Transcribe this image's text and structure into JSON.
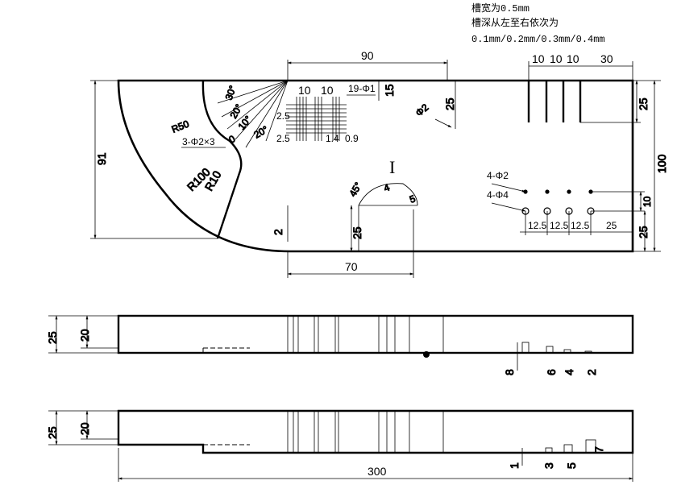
{
  "notes": {
    "line1": "槽宽为0.5mm",
    "line2": "槽深从左至右依次为",
    "line3": "0.1mm/0.2mm/0.3mm/0.4mm"
  },
  "main_view": {
    "dims": {
      "d90": "90",
      "d10a": "10",
      "d10b": "10",
      "d10c": "10",
      "d30": "30",
      "d10d": "10",
      "d10e": "10",
      "d15": "15",
      "d25_top": "25",
      "d25_right": "25",
      "d100": "100",
      "d91": "91",
      "d10_right": "10",
      "d25_bottom_right": "25",
      "d25_arc": "25",
      "d70": "70",
      "d2": "2",
      "d12_5a": "12.5",
      "d12_5b": "12.5",
      "d12_5c": "12.5",
      "d25_holes": "25",
      "d2_5a": "2.5",
      "d2_5b": "2.5",
      "d1_4": "1.4",
      "d0_9": "0.9"
    },
    "labels": {
      "slots19": "19-Φ1",
      "phi2": "Φ2",
      "r50": "R50",
      "r100": "R100",
      "r10": "R10",
      "holes3": "3-Φ2×3",
      "holes4a": "4-Φ2",
      "holes4b": "4-Φ4",
      "roman": "I",
      "angle45": "45°",
      "ang30": "30°",
      "ang20": "20°",
      "ang10": "10°",
      "ang0": "0",
      "ang20b": "20°",
      "small1": "4",
      "small2": "5"
    }
  },
  "side_view_1": {
    "d25": "25",
    "d20": "20",
    "d8": "8",
    "d6": "6",
    "d4": "4",
    "d2": "2"
  },
  "side_view_2": {
    "d25": "25",
    "d20": "20",
    "d1": "1",
    "d3": "3",
    "d5": "5",
    "d7": "7",
    "d300": "300"
  }
}
